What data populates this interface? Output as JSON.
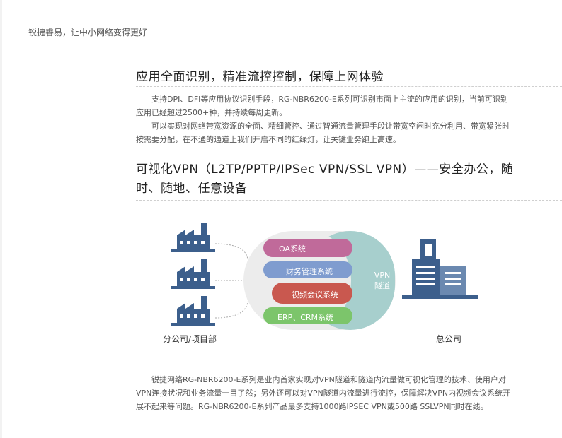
{
  "tagline": "锐捷睿易，让中小网络变得更好",
  "section1": {
    "title": "应用全面识别，精准流控控制，保障上网体验",
    "p1": "支持DPI、DFI等应用协议识别手段，RG-NBR6200-E系列可识别市面上主流的应用的识别，当前可识别应用已经超过2500+种，并持续每周更新。",
    "p2": "可以实现对网络带宽资源的全面、精细管控、通过智通流量管理手段让带宽空闲时充分利用、带宽紧张时按需要分配，在不通的通道上我们开启不同的红绿灯，让关键业务跑上高速。"
  },
  "section2": {
    "title": "可视化VPN（L2TP/PPTP/IPSec VPN/SSL VPN）——安全办公，随时、随地、任意设备",
    "p1": "锐捷网络RG-NBR6200-E系列是业内首家实现对VPN隧道和隧道内流量做可视化管理的技术、使用户对VPN连接状况和业务流量一目了然；另外还可以对VPN隧道内流量进行流控，保障解决VPN内视频会议系统开展不起来等问题。RG-NBR6200-E系列产品最多支持1000路IPSEC VPN或500路 SSLVPN同时在线。"
  },
  "diagram": {
    "branch_label": "分公司/项目部",
    "hq_label": "总公司",
    "tunnel_label": "VPN隧道",
    "pills": [
      {
        "label": "OA系统",
        "color": "#c06a9a"
      },
      {
        "label": "财务管理系统",
        "color": "#7f9ccf"
      },
      {
        "label": "视频会议系统",
        "color": "#c9584f"
      },
      {
        "label": "ERP、CRM系统",
        "color": "#7cc56b"
      }
    ],
    "colors": {
      "building": "#3c5f8c",
      "tunnel": "#a7cfcd",
      "outer": "#e9e9e9"
    }
  }
}
